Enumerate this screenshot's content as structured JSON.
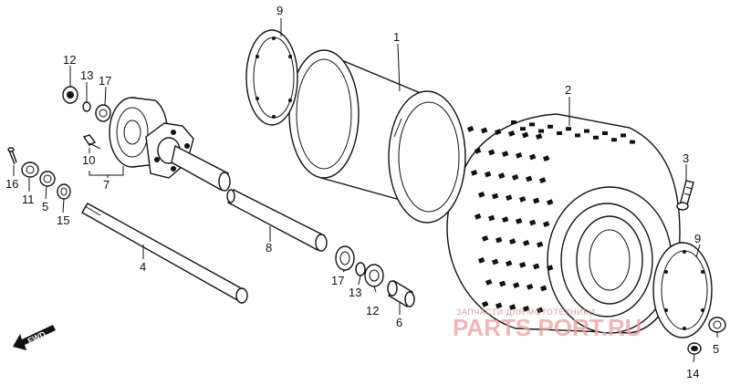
{
  "labels": {
    "p1": "1",
    "p2": "2",
    "p3": "3",
    "p4": "4",
    "p5a": "5",
    "p5b": "5",
    "p6": "6",
    "p7": "7",
    "p8": "8",
    "p9a": "9",
    "p9b": "9",
    "p10": "10",
    "p11": "11",
    "p12a": "12",
    "p12b": "12",
    "p13a": "13",
    "p13b": "13",
    "p14": "14",
    "p15": "15",
    "p16": "16",
    "p17a": "17",
    "p17b": "17"
  },
  "fwd_label": "FWD",
  "watermark": {
    "line1": "ЗАПЧАСТИ ДЛЯ МОТОТЕХНИКИ",
    "line2": "PARTS PORT.RU"
  },
  "colors": {
    "ink": "#111111",
    "watermark": "#e8a0a0"
  }
}
